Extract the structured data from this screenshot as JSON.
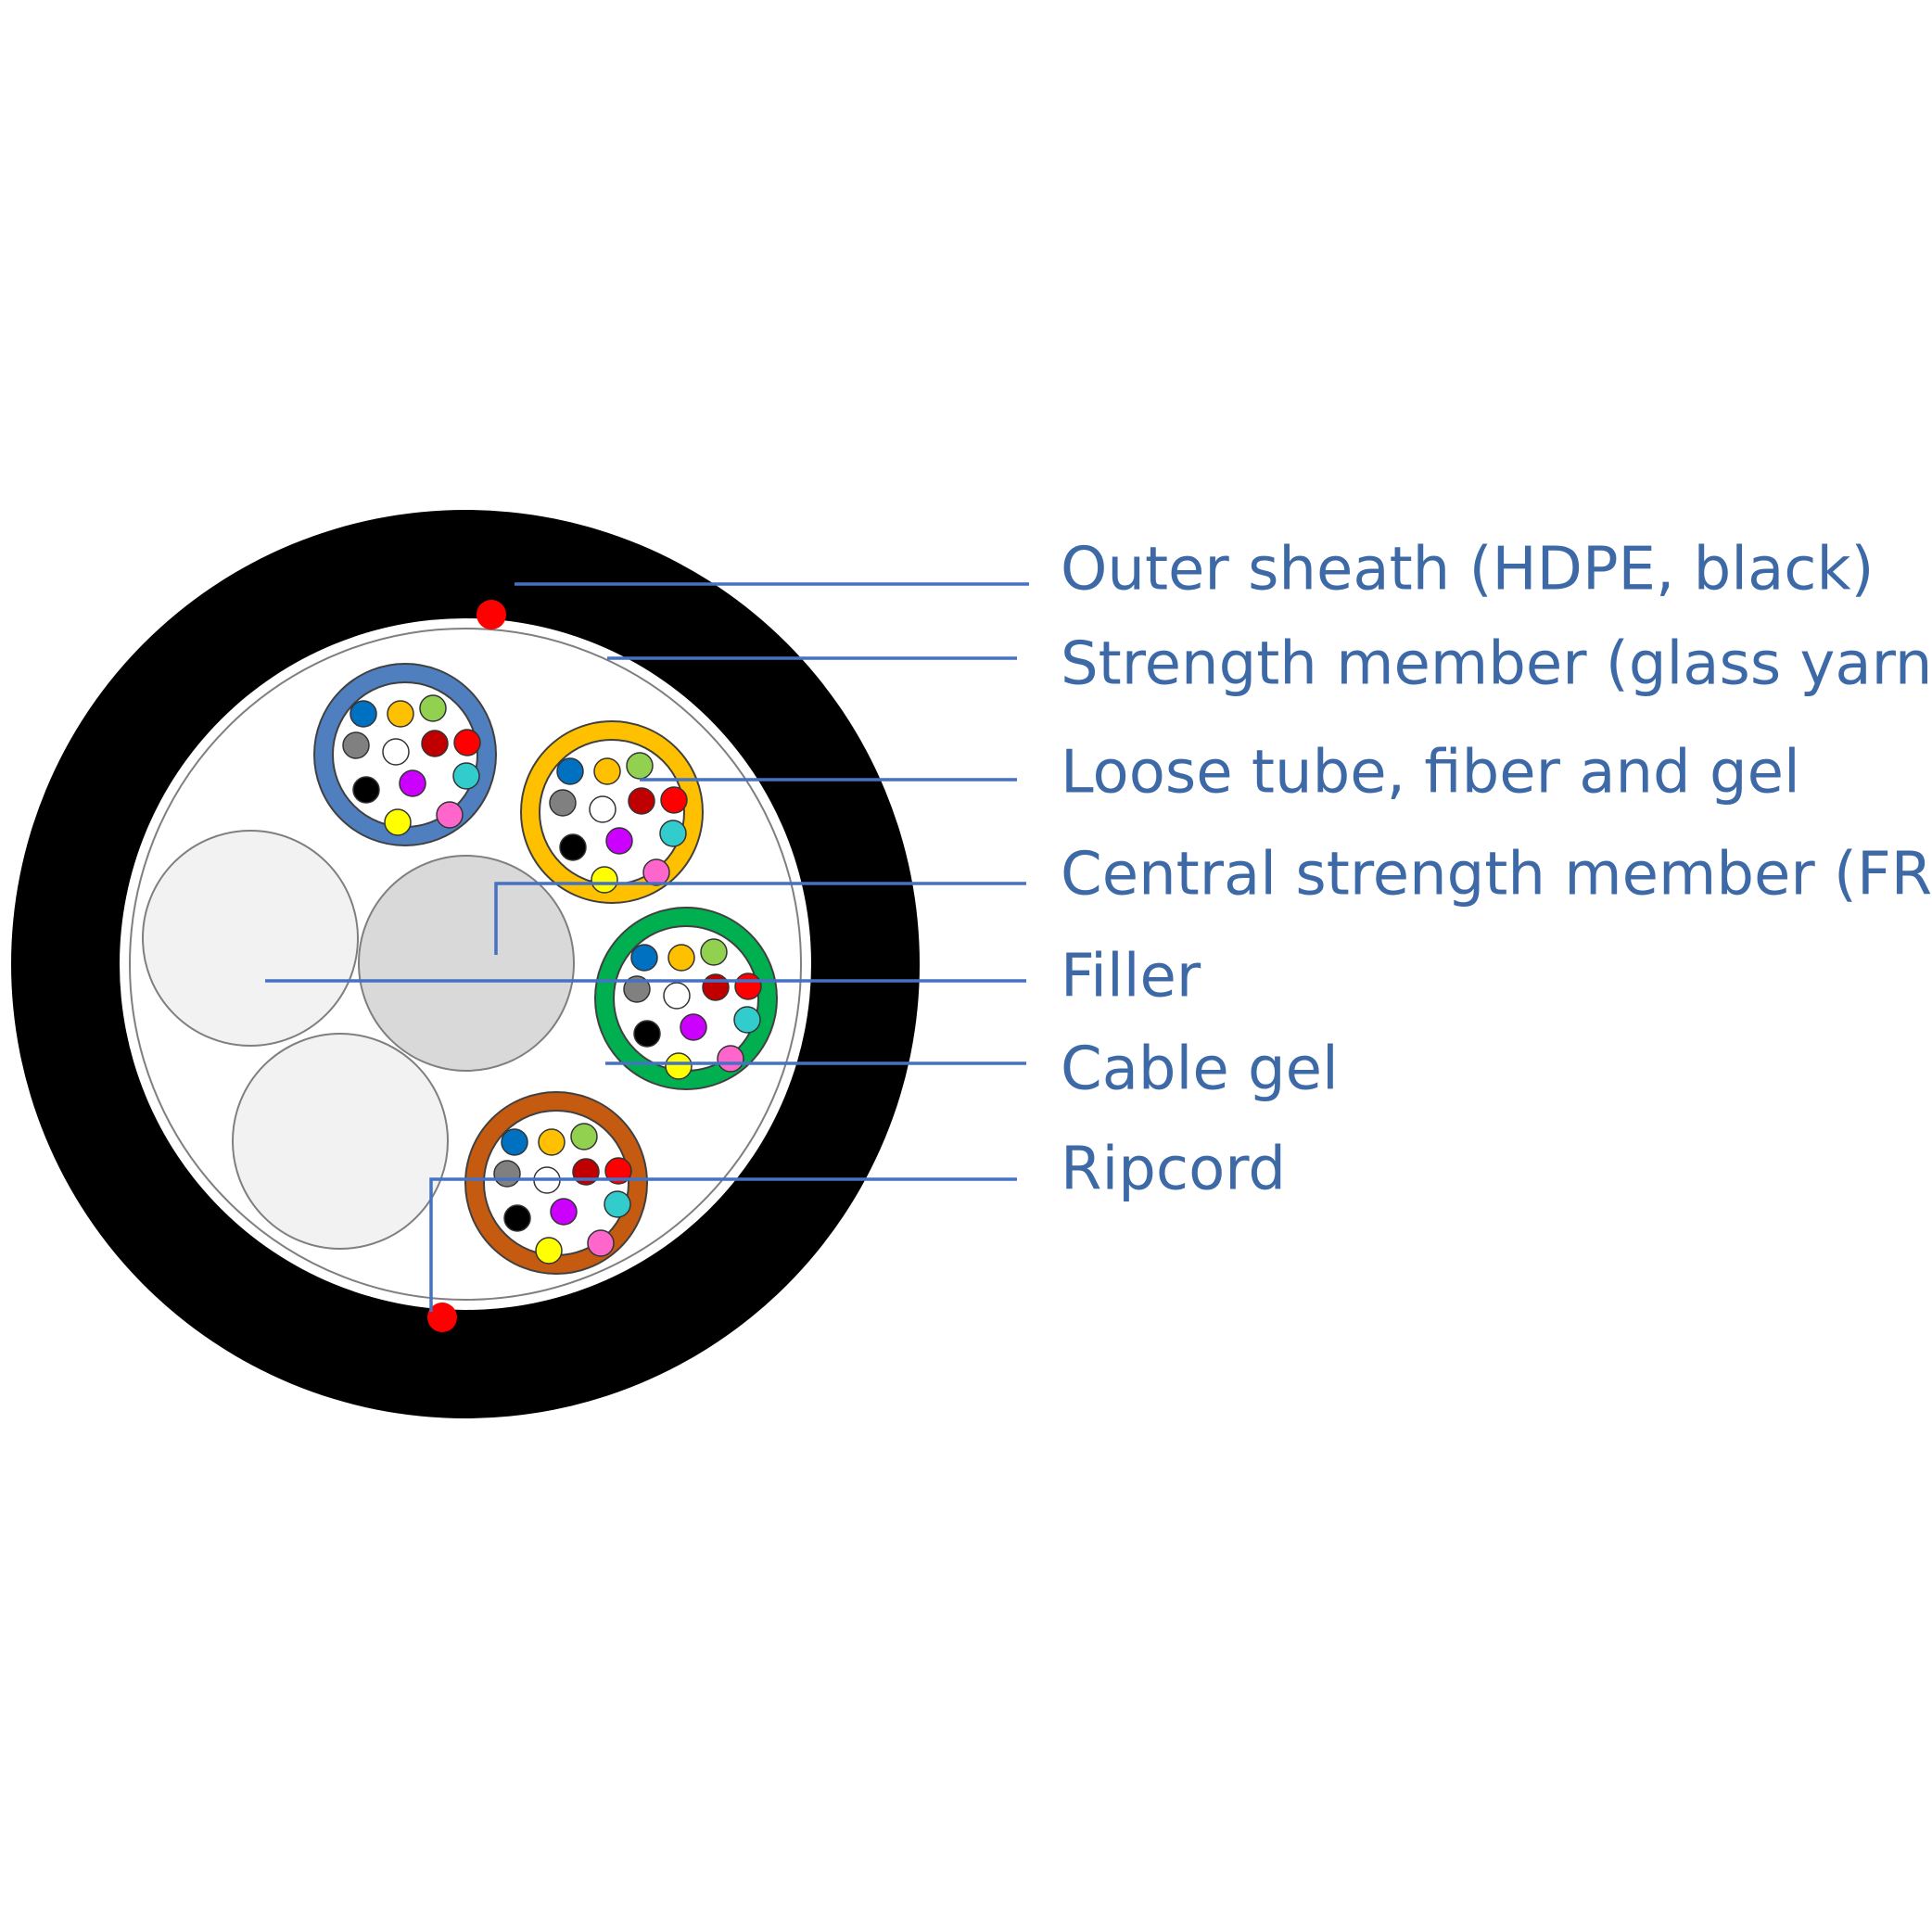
{
  "diagram": {
    "colors": {
      "label_text": "#3d6aa6",
      "leader_line": "#4472c4",
      "outer_sheath": "#000000",
      "cable_gel": "#ffffff",
      "strength_member_outline": "#7f7f7f",
      "filler": "#f2f2f2",
      "central_strength_member": "#d9d9d9",
      "ripcord": "#ff0000",
      "tube_outline": "#404040"
    },
    "callouts": [
      {
        "id": "outer-sheath",
        "label": "Outer sheath (HDPE, black)"
      },
      {
        "id": "strength-member",
        "label": "Strength member (glass yarns)"
      },
      {
        "id": "loose-tube",
        "label": "Loose tube, fiber and gel"
      },
      {
        "id": "central-strength-member",
        "label": "Central strength member (FRP)"
      },
      {
        "id": "filler",
        "label": "Filler"
      },
      {
        "id": "cable-gel",
        "label": "Cable gel"
      },
      {
        "id": "ripcord",
        "label": "Ripcord"
      }
    ],
    "loose_tubes": [
      {
        "name": "blue",
        "color": "#4f7fbf"
      },
      {
        "name": "orange",
        "color": "#ffc000"
      },
      {
        "name": "green",
        "color": "#00b050"
      },
      {
        "name": "brown",
        "color": "#c55a11"
      }
    ],
    "fiber_colors": [
      "#0070c0",
      "#ffc000",
      "#92d050",
      "#808080",
      "#ffffff",
      "#c00000",
      "#ff0000",
      "#000000",
      "#cc00ff",
      "#33cccc",
      "#ffff00",
      "#ff66cc"
    ]
  }
}
